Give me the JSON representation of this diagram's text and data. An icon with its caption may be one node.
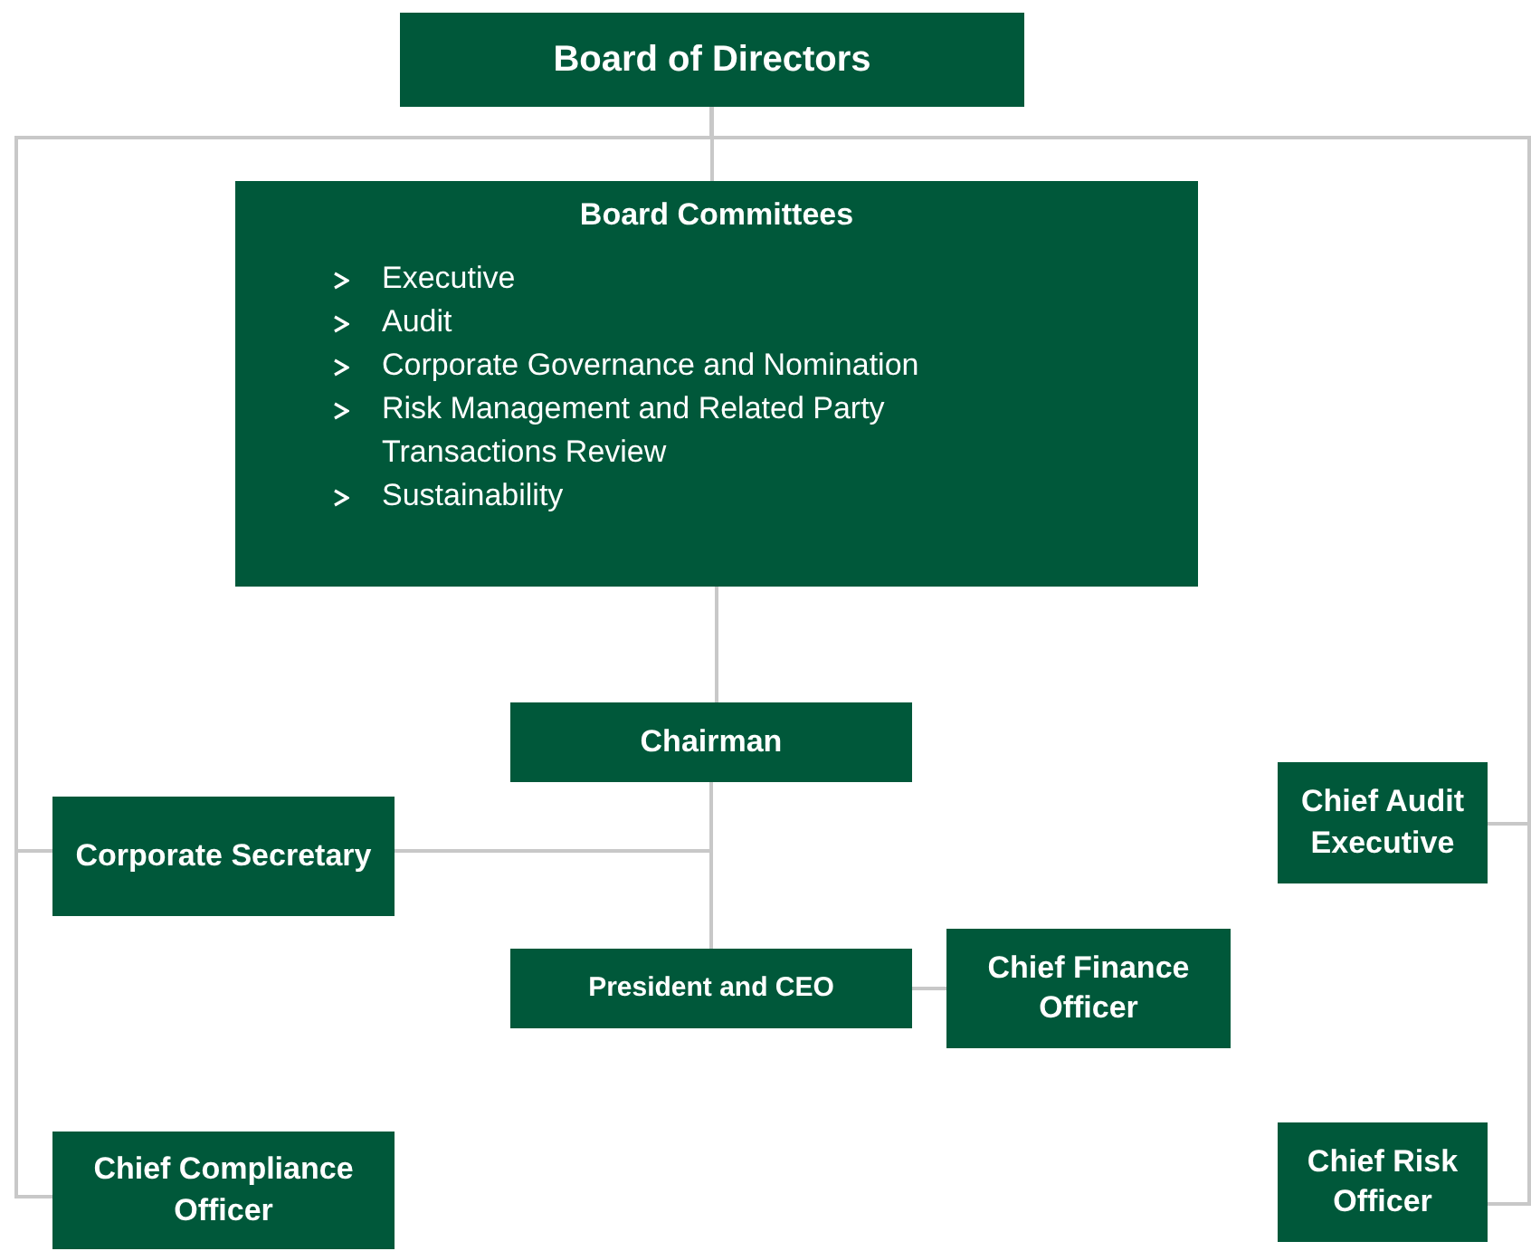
{
  "diagram": {
    "nodes": [
      {
        "text": [
          "Board of Directors"
        ]
      },
      {
        "text": [
          "Board Committees",
          "Executive",
          "Audit",
          "Corporate Governance and Nomination",
          "Risk Management and Related Party Transactions Review",
          "Sustainability"
        ]
      },
      {
        "text": [
          "Chairman"
        ]
      },
      {
        "text": [
          "Corporate Secretary"
        ]
      },
      {
        "text": [
          "Chief Audit Executive"
        ]
      },
      {
        "text": [
          "President and CEO"
        ]
      },
      {
        "text": [
          "Chief Finance Officer"
        ]
      },
      {
        "text": [
          "Chief Compliance Officer"
        ]
      },
      {
        "text": [
          "Chief Risk Officer"
        ]
      }
    ],
    "edges": [
      {
        "from": 0,
        "to": 1,
        "arrow": "none"
      },
      {
        "from": 0,
        "to": 3,
        "arrow": "none"
      },
      {
        "from": 0,
        "to": 7,
        "arrow": "none"
      },
      {
        "from": 0,
        "to": 4,
        "arrow": "none"
      },
      {
        "from": 0,
        "to": 8,
        "arrow": "none"
      },
      {
        "from": 1,
        "to": 2,
        "arrow": "none"
      },
      {
        "from": 2,
        "to": 5,
        "arrow": "none"
      },
      {
        "from": 2,
        "to": 3,
        "arrow": "none"
      },
      {
        "from": 5,
        "to": 6,
        "arrow": "none"
      }
    ]
  }
}
